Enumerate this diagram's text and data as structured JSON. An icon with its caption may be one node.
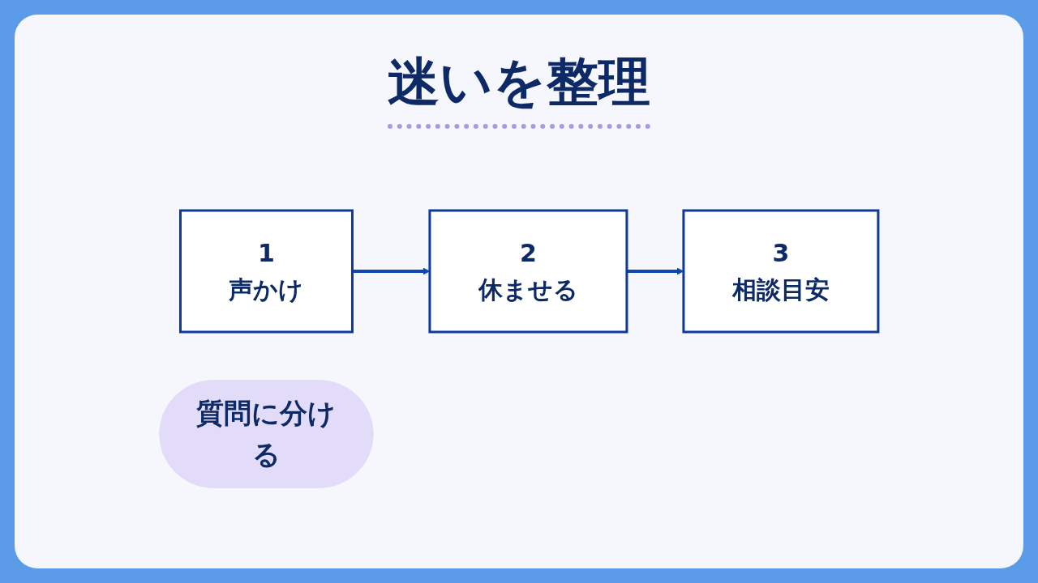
{
  "diagram": {
    "title": "迷いを整理",
    "nodes": [
      {
        "text": [
          "1",
          "声かけ"
        ]
      },
      {
        "text": [
          "2",
          "休ませる"
        ]
      },
      {
        "text": [
          "3",
          "相談目安"
        ]
      },
      {
        "text": [
          "質問に分ける"
        ]
      }
    ],
    "edges": [
      {
        "from": 0,
        "to": 1,
        "arrow": "to"
      },
      {
        "from": 1,
        "to": 2,
        "arrow": "to"
      }
    ]
  }
}
